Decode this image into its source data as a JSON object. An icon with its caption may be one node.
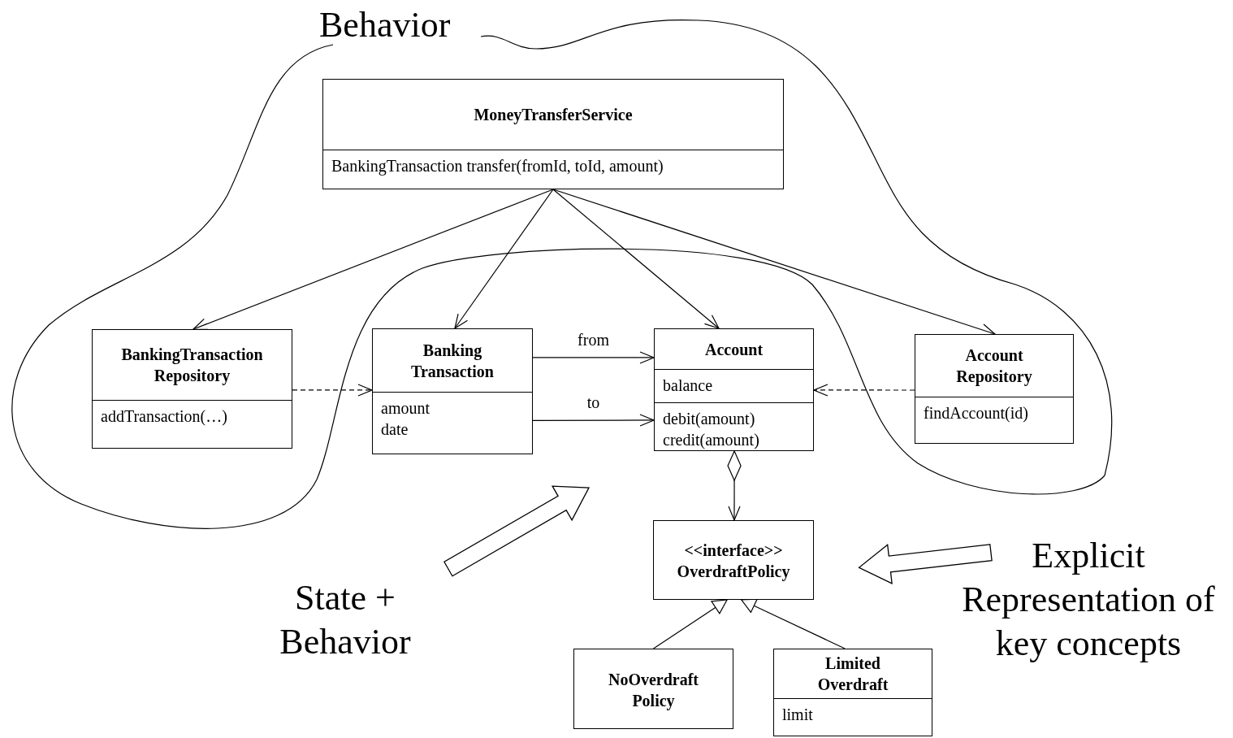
{
  "diagram": {
    "nodes": [
      {
        "text": [
          "MoneyTransferService",
          "BankingTransaction transfer(fromId, toId, amount)"
        ]
      },
      {
        "text": [
          "BankingTransaction Repository",
          "addTransaction(…)"
        ]
      },
      {
        "text": [
          "Banking Transaction",
          "amount date"
        ]
      },
      {
        "text": [
          "Account",
          "balance",
          "debit(amount) credit(amount)"
        ]
      },
      {
        "text": [
          "Account Repository",
          "findAccount(id)"
        ]
      },
      {
        "text": [
          "<<interface>> OverdraftPolicy"
        ]
      },
      {
        "text": [
          "NoOverdraft Policy"
        ]
      },
      {
        "text": [
          "Limited Overdraft",
          "limit"
        ]
      },
      {
        "text": [
          "State + Behavior"
        ]
      },
      {
        "text": [
          "Explicit Representation of key concepts"
        ]
      }
    ],
    "edges": [
      {
        "from": 0,
        "to": 1,
        "arrow": "to"
      },
      {
        "from": 0,
        "to": 2,
        "arrow": "to"
      },
      {
        "from": 0,
        "to": 3,
        "arrow": "to"
      },
      {
        "from": 0,
        "to": 4,
        "arrow": "to"
      },
      {
        "from": 1,
        "to": 2,
        "arrow": "to",
        "style": "dashed"
      },
      {
        "from": 2,
        "to": 3,
        "arrow": "to",
        "label": "from"
      },
      {
        "from": 2,
        "to": 3,
        "arrow": "to",
        "label": "to"
      },
      {
        "from": 4,
        "to": 3,
        "arrow": "to",
        "style": "dashed"
      },
      {
        "from": 3,
        "to": 5,
        "arrow": "to"
      },
      {
        "from": 6,
        "to": 5,
        "arrow": "to"
      },
      {
        "from": 7,
        "to": 5,
        "arrow": "to"
      },
      {
        "from": 8,
        "to": null,
        "arrow": "to",
        "style": "thick"
      },
      {
        "from": 9,
        "to": 5,
        "arrow": "to",
        "style": "thick"
      }
    ],
    "labels": [
      "Behavior"
    ]
  }
}
